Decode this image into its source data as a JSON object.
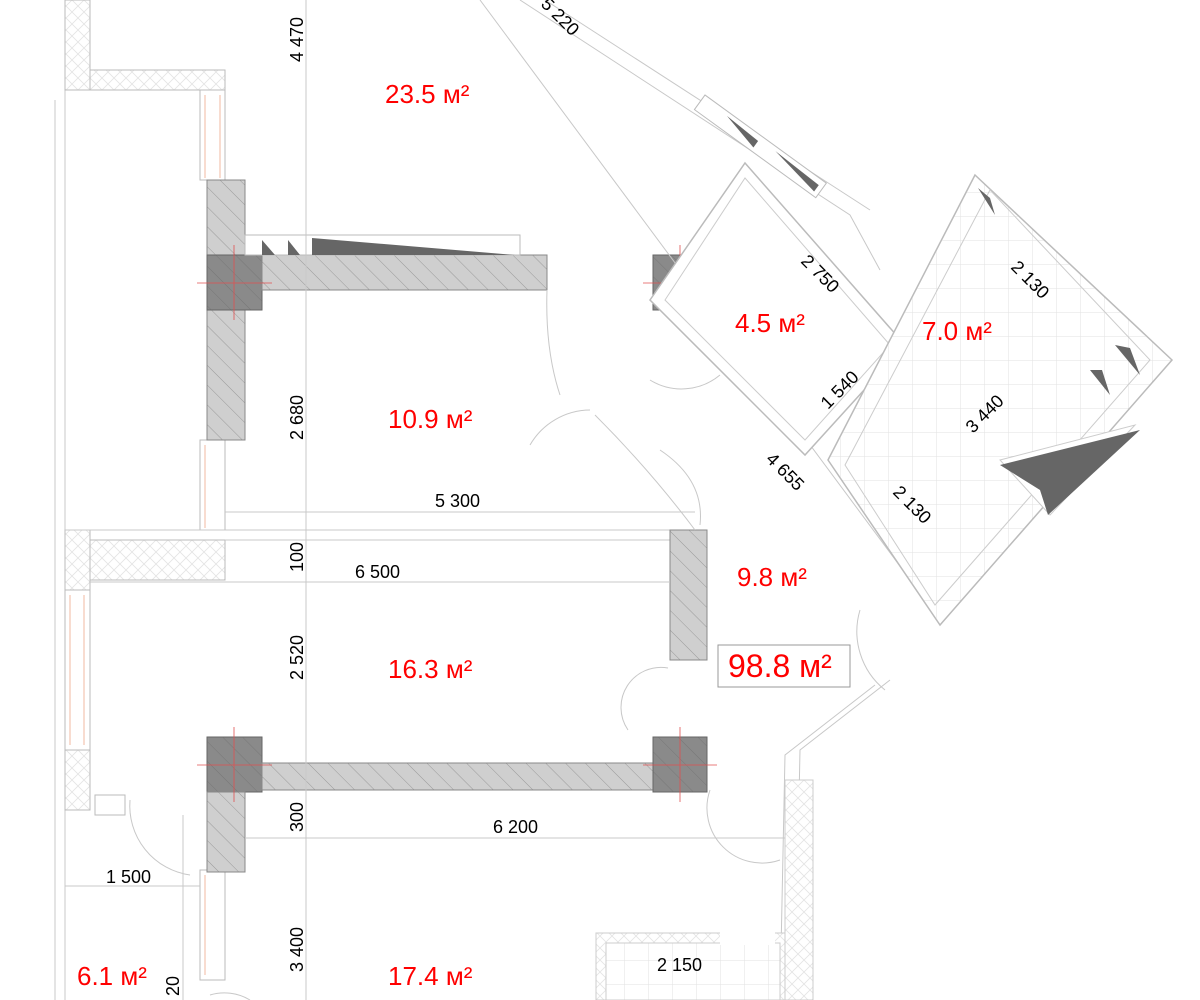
{
  "plan": {
    "area_unit": "м²",
    "total_area": "98.8 м²",
    "rooms": [
      {
        "id": "living-top",
        "area": "23.5 м²"
      },
      {
        "id": "room-middle",
        "area": "10.9 м²"
      },
      {
        "id": "closet",
        "area": "4.5 м²"
      },
      {
        "id": "bathroom",
        "area": "7.0 м²"
      },
      {
        "id": "hall",
        "area": "9.8 м²"
      },
      {
        "id": "bedroom",
        "area": "16.3 м²"
      },
      {
        "id": "room-bottom",
        "area": "17.4 м²"
      },
      {
        "id": "small-room",
        "area": "6.1 м²"
      }
    ],
    "dimensions": {
      "d4470": "4 470",
      "d5220": "5 220",
      "d2750": "2 750",
      "d2130a": "2 130",
      "d1540": "1 540",
      "d3440": "3 440",
      "d2680": "2 680",
      "d4655": "4 655",
      "d2130b": "2 130",
      "d5300": "5 300",
      "d100": "100",
      "d6500": "6 500",
      "d2520": "2 520",
      "d300": "300",
      "d6200": "6 200",
      "d1500": "1 500",
      "d3400": "3 400",
      "d20": "20",
      "d2150": "2 150"
    }
  }
}
